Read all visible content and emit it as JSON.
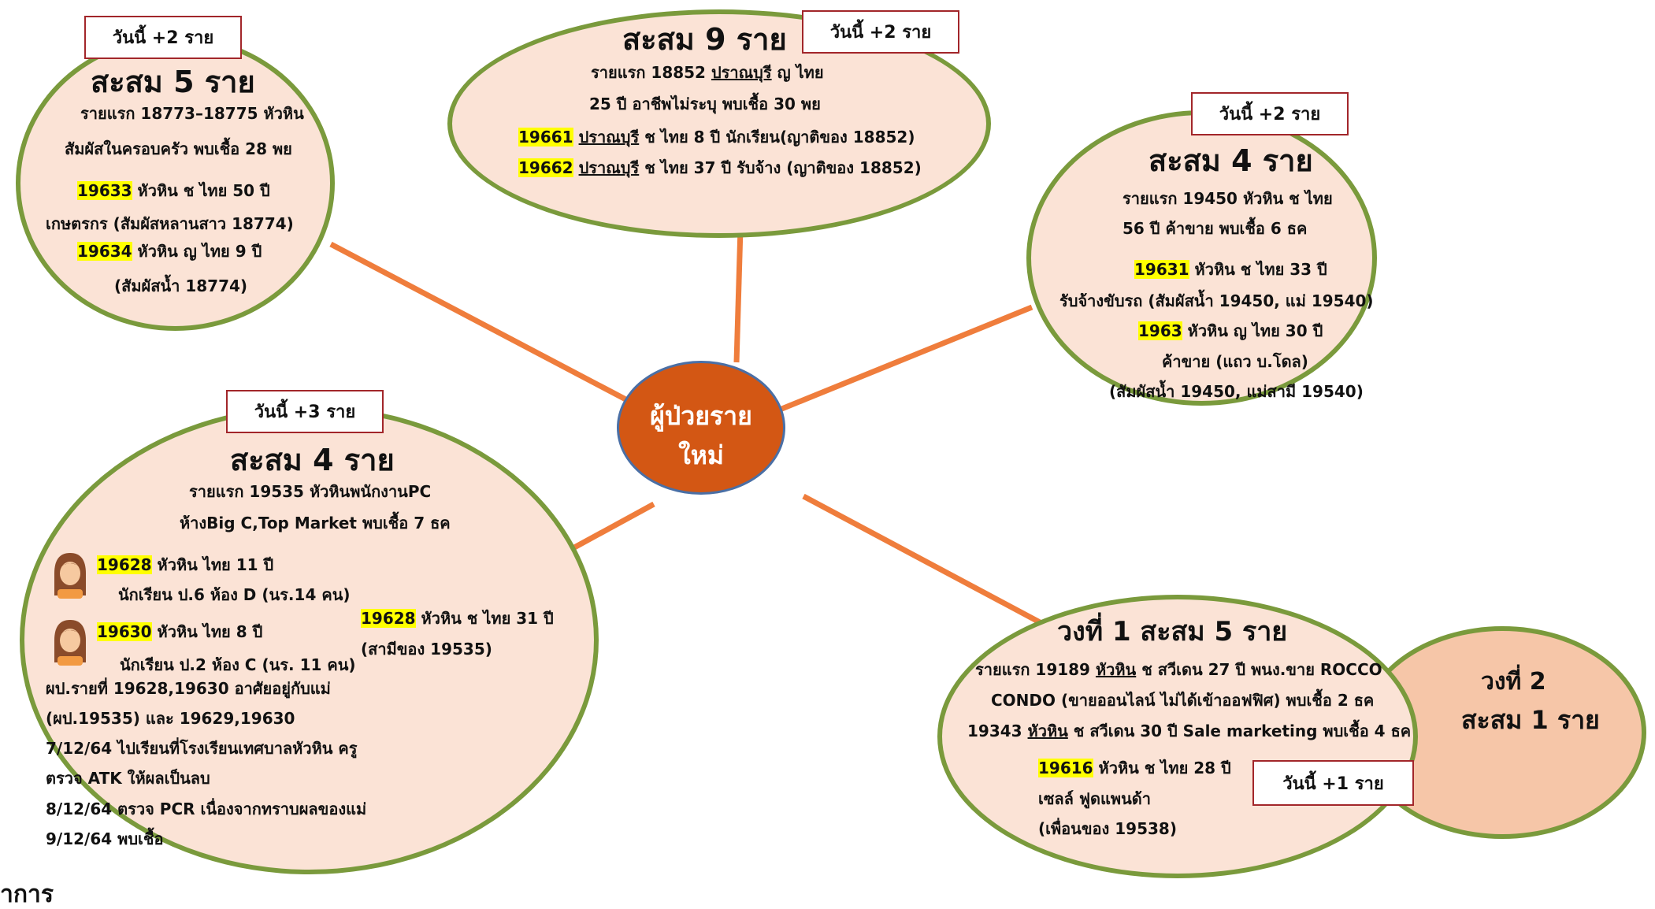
{
  "center": {
    "line1": "ผู้ป่วยราย",
    "line2": "ใหม่"
  },
  "cluster_top_left": {
    "today": "วันนี้ +2 ราย",
    "title": "สะสม 5 ราย",
    "l1": "รายแรก 18773–18775 หัวหิน",
    "l2": "สัมผัสในครอบครัว พบเชื้อ 28 พย",
    "c1_id": "19633",
    "c1_text": " หัวหิน ช ไทย 50 ปี",
    "c1_note": "เกษตรกร (สัมผัสหลานสาว 18774)",
    "c2_id": "19634",
    "c2_text": " หัวหิน ญ ไทย 9 ปี",
    "c2_note": "(สัมผัสน้ำ 18774)"
  },
  "cluster_top_center": {
    "today": "วันนี้ +2 ราย",
    "title": "สะสม 9 ราย",
    "l1a": "รายแรก 18852 ",
    "l1b": "ปราณบุรี",
    "l1c": " ญ ไทย",
    "l2": "25 ปี อาชีพไม่ระบุ พบเชื้อ 30 พย",
    "c1_id": "19661",
    "c1_place": "ปราณบุรี",
    "c1_text": " ช ไทย 8 ปี นักเรียน(ญาติของ 18852)",
    "c2_id": "19662",
    "c2_place": "ปราณบุรี",
    "c2_text": " ช ไทย 37 ปี  รับจ้าง (ญาติของ 18852)"
  },
  "cluster_right": {
    "today": "วันนี้ +2 ราย",
    "title": "สะสม 4 ราย",
    "l1": "รายแรก 19450 หัวหิน ช ไทย",
    "l2": "56 ปี ค้าขาย พบเชื้อ 6 ธค",
    "c1_id": "19631",
    "c1_text": " หัวหิน ช ไทย 33 ปี",
    "c1_note": "รับจ้างขับรถ (สัมผัสน้ำ 19450, แม่ 19540)",
    "c2_id": "1963",
    "c2_text": " หัวหิน ญ ไทย 30 ปี",
    "c2_note1": "ค้าขาย (แถว บ.โดล)",
    "c2_note2": "(สัมผัสน้ำ 19450, แม่สามี 19540)"
  },
  "cluster_left": {
    "today": "วันนี้ +3 ราย",
    "title": "สะสม 4 ราย",
    "l1": "รายแรก 19535 หัวหินพนักงานPC",
    "l2": "ห้างBig C,Top Market พบเชื้อ 7 ธค",
    "c1_id": "19628",
    "c1_text": " หัวหิน  ไทย 11 ปี",
    "c1_note": "นักเรียน ป.6 ห้อง D (นร.14 คน)",
    "c2_id": "19630",
    "c2_text": " หัวหิน  ไทย 8 ปี",
    "c2_note": "นักเรียน ป.2 ห้อง C (นร. 11 คน)",
    "c3_id": "19628",
    "c3_text": " หัวหิน  ช ไทย 31 ปี",
    "c3_note": "(สามีของ 19535)",
    "n1": "ผป.รายที่ 19628,19630 อาศัยอยู่กับแม่",
    "n2": "(ผป.19535) และ 19629,19630",
    "n3": "7/12/64 ไปเรียนที่โรงเรียนเทศบาลหัวหิน ครู",
    "n4": "ตรวจ ATK ให้ผลเป็นลบ",
    "n5": "8/12/64 ตรวจ PCR เนื่องจากทราบผลของแม่",
    "n6": "9/12/64 พบเชื้อ"
  },
  "cluster_bottom_right": {
    "today": "วันนี้ +1 ราย",
    "title": "วงที่ 1  สะสม 5 ราย",
    "l1a": "รายแรก 19189 ",
    "l1b": "หัวหิน",
    "l1c": " ช สวีเดน 27 ปี พนง.ขาย ROCCO",
    "l2": "CONDO (ขายออนไลน์ ไม่ได้เข้าออฟฟิศ) พบเชื้อ 2 ธค",
    "l3a": "19343 ",
    "l3b": "หัวหิน",
    "l3c": " ช สวีเดน 30 ปี Sale marketing พบเชื้อ 4 ธค",
    "c1_id": "19616",
    "c1_text": " หัวหิน ช ไทย 28 ปี",
    "c1_note1": "เซลล์ ฟูดแพนด้า",
    "c1_note2": "(เพื่อนของ 19538)"
  },
  "ring2": {
    "line1": "วงที่ 2",
    "line2": "สะสม 1 ราย"
  },
  "footer_fragment": "าการ",
  "colors": {
    "connector": "#ef7d3c",
    "center": "#d35714",
    "bubble": "#fbe3d6",
    "border": "#7a9a3c",
    "highlight": "#ffff00",
    "badge_border": "#a2262a"
  }
}
